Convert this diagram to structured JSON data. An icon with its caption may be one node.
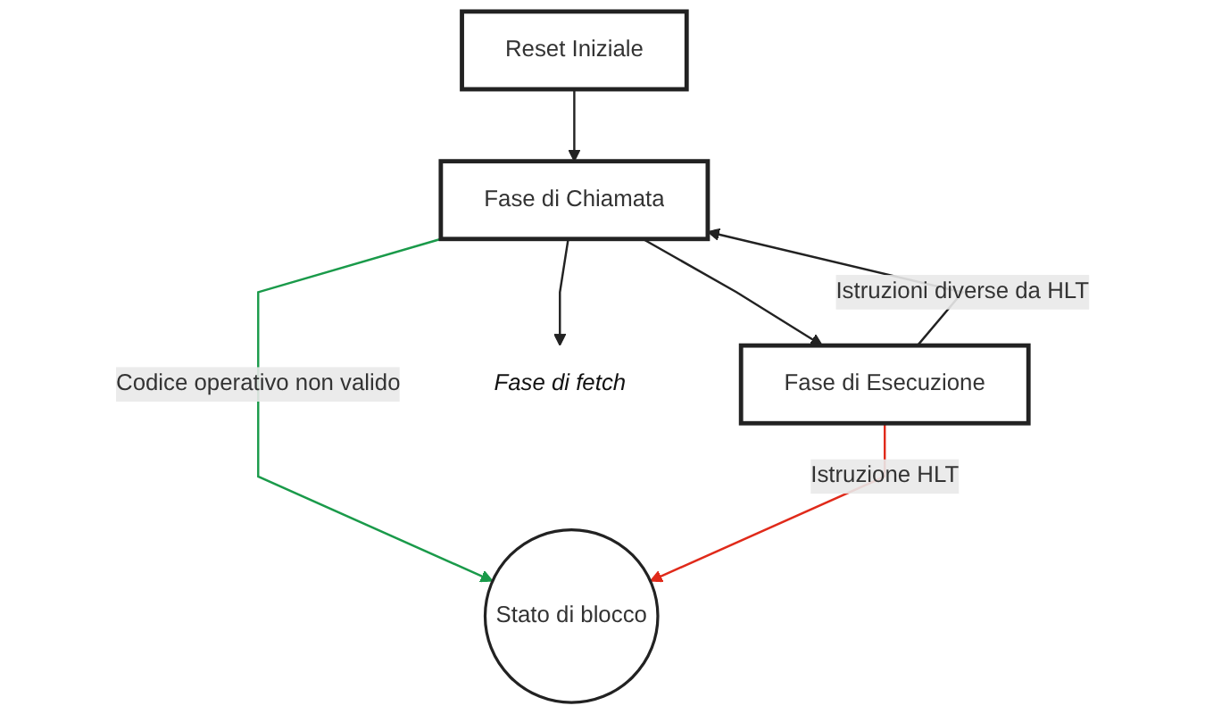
{
  "diagram": {
    "nodes": [
      {
        "text": [
          "Reset Iniziale"
        ]
      },
      {
        "text": [
          "Fase di Chiamata"
        ]
      },
      {
        "text": [
          "Fase di Esecuzione"
        ]
      },
      {
        "text": [
          "Stato di blocco"
        ]
      },
      {
        "text": [
          "Fase di fetch"
        ]
      }
    ],
    "edges": [
      {
        "from": 0,
        "to": 1,
        "arrow": "to"
      },
      {
        "from": 2,
        "to": 1,
        "arrow": "to",
        "label": "Istruzioni diverse da HLT"
      },
      {
        "from": 1,
        "to": 2,
        "arrow": "to"
      },
      {
        "from": 1,
        "to": 3,
        "arrow": "to",
        "label": "Codice operativo non valido",
        "color": "#1a9a4a"
      },
      {
        "from": 2,
        "to": 3,
        "arrow": "to",
        "label": "Istruzione HLT",
        "color": "#e02a1a"
      },
      {
        "from": 1,
        "to": 4,
        "arrow": "to"
      }
    ]
  }
}
